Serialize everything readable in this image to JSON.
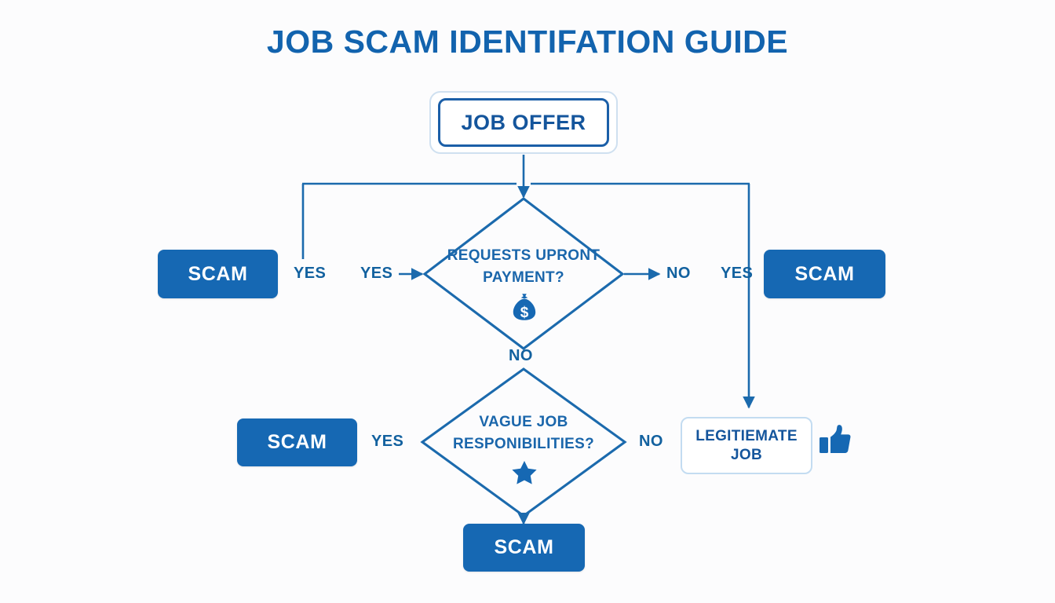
{
  "title": "JOB SCAM IDENTIFATION GUIDE",
  "colors": {
    "background": "#fcfcfd",
    "brand_blue": "#1263ae",
    "line_blue": "#1b6aad",
    "fill_blue": "#1668b3",
    "light_border": "#c3dcf1",
    "text_white": "#ffffff"
  },
  "nodes": {
    "start": {
      "label": "JOB OFFER",
      "type": "start"
    },
    "decision_payment": {
      "line1": "REQUESTS UPRONT",
      "line2": "PAYMENT?",
      "icon": "money-bag-icon",
      "type": "decision"
    },
    "decision_responsibilities": {
      "line1": "VAGUE JOB",
      "line2": "RESPONIBILITIES?",
      "icon": "star-icon",
      "type": "decision"
    },
    "scam_left_top": {
      "label": "SCAM",
      "type": "terminal"
    },
    "scam_right_top": {
      "label": "SCAM",
      "type": "terminal"
    },
    "scam_left_mid": {
      "label": "SCAM",
      "type": "terminal"
    },
    "scam_bottom": {
      "label": "SCAM",
      "type": "terminal"
    },
    "legit": {
      "line1": "LEGITIEMATE",
      "line2": "JOB",
      "icon": "thumbs-up-icon",
      "type": "terminal"
    }
  },
  "edge_labels": {
    "yes_left_outer": "YES",
    "yes_left_inner": "YES",
    "no_right_inner": "NO",
    "yes_right_outer": "YES",
    "no_between": "NO",
    "yes_second_left": "YES",
    "no_second_right": "NO"
  },
  "chart_data": {
    "type": "flowchart",
    "title": "JOB SCAM IDENTIFATION GUIDE",
    "orientation": "top-down",
    "nodes": [
      {
        "id": "start",
        "label": "JOB OFFER",
        "shape": "rounded-rect-double"
      },
      {
        "id": "d1",
        "label": "REQUESTS UPRONT PAYMENT?",
        "shape": "diamond",
        "icon": "money-bag"
      },
      {
        "id": "d2",
        "label": "VAGUE JOB RESPONIBILITIES?",
        "shape": "diamond",
        "icon": "star"
      },
      {
        "id": "s1",
        "label": "SCAM",
        "shape": "filled-rect"
      },
      {
        "id": "s2",
        "label": "SCAM",
        "shape": "filled-rect"
      },
      {
        "id": "s3",
        "label": "SCAM",
        "shape": "filled-rect"
      },
      {
        "id": "s4",
        "label": "SCAM",
        "shape": "filled-rect"
      },
      {
        "id": "legit",
        "label": "LEGITIEMATE JOB",
        "shape": "outlined-rect",
        "icon": "thumbs-up"
      }
    ],
    "edges": [
      {
        "from": "start",
        "to": "d1",
        "label": ""
      },
      {
        "from": "d1",
        "to": "s1",
        "label": "YES"
      },
      {
        "from": "d1",
        "to": "s2",
        "label": "NO"
      },
      {
        "from": "start",
        "to": "legit",
        "label": "YES"
      },
      {
        "from": "d1",
        "to": "d2",
        "label": "NO"
      },
      {
        "from": "d2",
        "to": "s3",
        "label": "YES"
      },
      {
        "from": "d2",
        "to": "legit",
        "label": "NO"
      },
      {
        "from": "d2",
        "to": "s4",
        "label": ""
      }
    ]
  }
}
